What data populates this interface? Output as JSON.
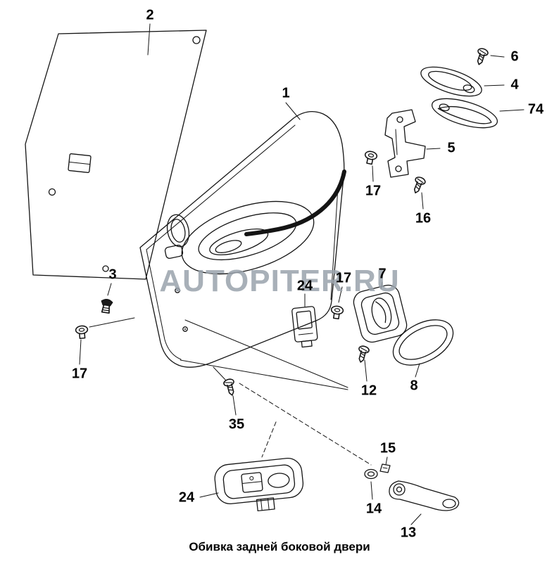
{
  "page": {
    "watermark": "AUTOPITER.RU",
    "caption": "Обивка задней боковой двери"
  },
  "colors": {
    "line": "#141414",
    "watermark": "#9AA3AC",
    "background": "#FFFFFF"
  },
  "labels": [
    {
      "part": "2"
    },
    {
      "part": "1"
    },
    {
      "part": "6"
    },
    {
      "part": "4"
    },
    {
      "part": "74"
    },
    {
      "part": "5"
    },
    {
      "part": "17"
    },
    {
      "part": "16"
    },
    {
      "part": "3"
    },
    {
      "part": "24"
    },
    {
      "part": "17"
    },
    {
      "part": "7"
    },
    {
      "part": "17"
    },
    {
      "part": "12"
    },
    {
      "part": "8"
    },
    {
      "part": "35"
    },
    {
      "part": "24"
    },
    {
      "part": "15"
    },
    {
      "part": "14"
    },
    {
      "part": "13"
    }
  ]
}
